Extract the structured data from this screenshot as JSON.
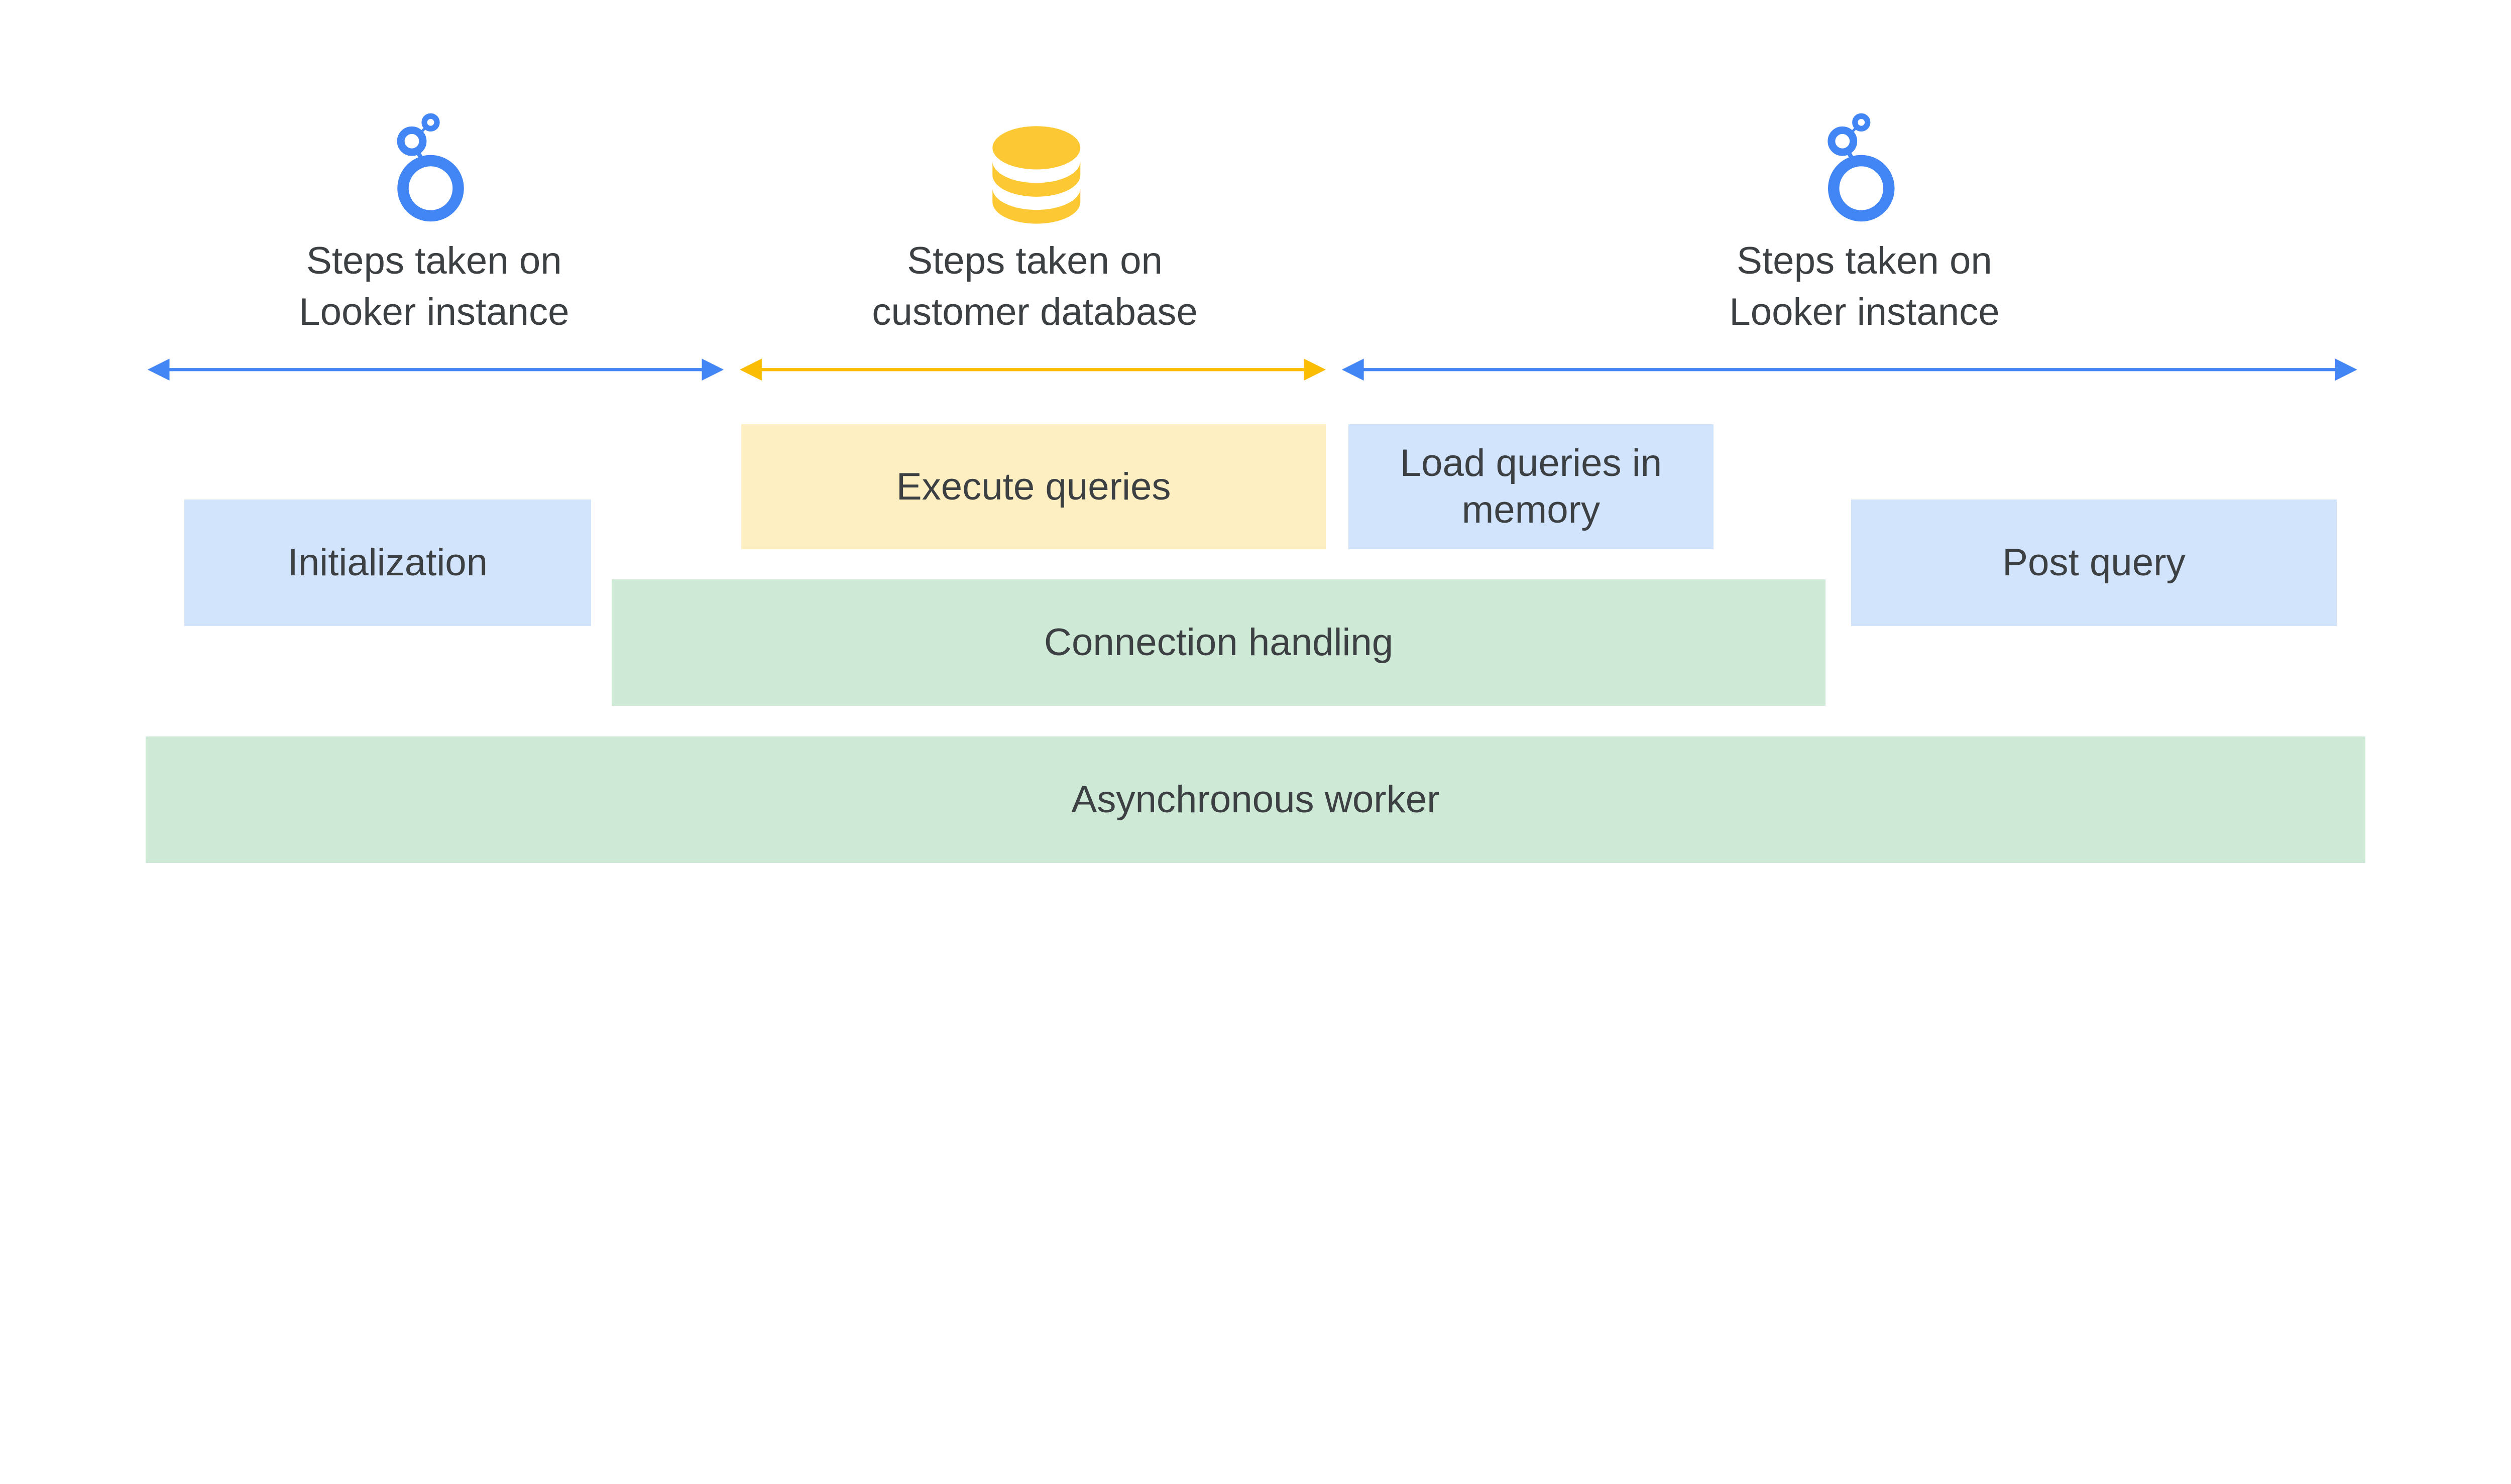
{
  "colors": {
    "looker_blue": "#4285f4",
    "database_yellow": "#fbbc04",
    "database_icon": "#fcc934",
    "blue_box": "#d2e3fc",
    "yellow_box": "#feefc3",
    "green_box": "#ceead6",
    "text": "#3c4043"
  },
  "sections": [
    {
      "icon": "looker-logo-icon",
      "line1": "Steps taken on",
      "line2": "Looker instance",
      "arrow_color": "blue"
    },
    {
      "icon": "database-icon",
      "line1": "Steps taken on",
      "line2": "customer database",
      "arrow_color": "yellow"
    },
    {
      "icon": "looker-logo-icon",
      "line1": "Steps taken on",
      "line2": "Looker instance",
      "arrow_color": "blue"
    }
  ],
  "boxes": {
    "initialization": "Initialization",
    "execute_queries": "Execute queries",
    "load_queries": "Load queries in memory",
    "post_query": "Post query",
    "connection_handling": "Connection handling",
    "async_worker": "Asynchronous worker"
  }
}
